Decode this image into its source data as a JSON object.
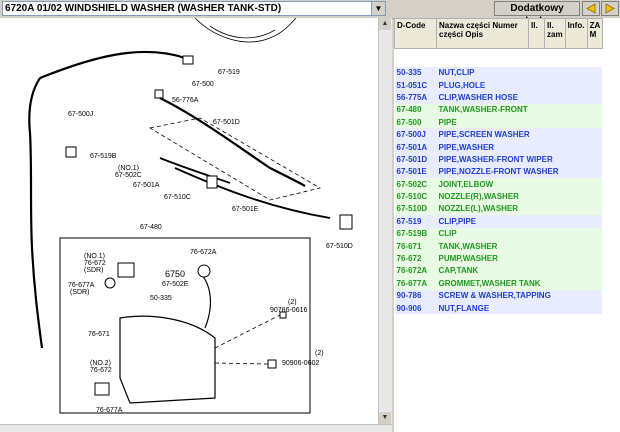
{
  "toolbar": {
    "title": "6720A 01/02 WINDSHIELD WASHER (WASHER TANK-STD)",
    "extra_label": "Dodatkowy odsyłacz"
  },
  "colors": {
    "blue_text": "#1f3fd6",
    "green_text": "#1f9a1f",
    "blue_row_bg": "#e9ecff",
    "green_row_bg": "#eafbe5"
  },
  "table": {
    "headers": {
      "code": "D-Code",
      "name": "Nazwa części Numer części Opis",
      "qty": "Il.",
      "qty_repl": "Il. zam",
      "info": "Info.",
      "za": "ZA M"
    },
    "rows": [
      {
        "code": "50-335",
        "name": "NUT,CLIP",
        "color": "blue"
      },
      {
        "code": "51-051C",
        "name": "PLUG,HOLE",
        "color": "blue"
      },
      {
        "code": "56-775A",
        "name": "CLIP,WASHER HOSE",
        "color": "blue"
      },
      {
        "code": "67-480",
        "name": "TANK,WASHER-FRONT",
        "color": "green"
      },
      {
        "code": "67-500",
        "name": "PIPE",
        "color": "green"
      },
      {
        "code": "67-500J",
        "name": "PIPE,SCREEN WASHER",
        "color": "blue"
      },
      {
        "code": "67-501A",
        "name": "PIPE,WASHER",
        "color": "blue"
      },
      {
        "code": "67-501D",
        "name": "PIPE,WASHER-FRONT WIPER",
        "color": "blue"
      },
      {
        "code": "67-501E",
        "name": "PIPE,NOZZLE-FRONT WASHER",
        "color": "blue"
      },
      {
        "code": "67-502C",
        "name": "JOINT,ELBOW",
        "color": "green"
      },
      {
        "code": "67-510C",
        "name": "NOZZLE(R),WASHER",
        "color": "green"
      },
      {
        "code": "67-510D",
        "name": "NOZZLE(L),WASHER",
        "color": "green"
      },
      {
        "code": "67-519",
        "name": "CLIP,PIPE",
        "color": "blue"
      },
      {
        "code": "67-519B",
        "name": "CLIP",
        "color": "green"
      },
      {
        "code": "76-671",
        "name": "TANK,WASHER",
        "color": "green"
      },
      {
        "code": "76-672",
        "name": "PUMP,WASHER",
        "color": "green"
      },
      {
        "code": "76-672A",
        "name": "CAP,TANK",
        "color": "green"
      },
      {
        "code": "76-677A",
        "name": "GROMMET,WASHER TANK",
        "color": "green"
      },
      {
        "code": "90-786",
        "name": "SCREW & WASHER,TAPPING",
        "color": "blue"
      },
      {
        "code": "90-906",
        "name": "NUT,FLANGE",
        "color": "blue"
      }
    ]
  },
  "diagram": {
    "labels": {
      "l1": "67-519",
      "l2": "67-500",
      "l3": "56-776A",
      "l4": "67-500J",
      "l5": "67-501D",
      "l6": "67-519B",
      "l7": "(NO.1)",
      "l8": "67-502C",
      "l9": "67-501A",
      "l10": "67-510C",
      "l11": "67-501E",
      "l12": "67-510D",
      "l13": "67-480",
      "l14": "76-672A",
      "l15": "(NO.1)",
      "l16": "76-672",
      "l17": "(SDR)",
      "l18": "67-502E",
      "l19": "76-677A",
      "l20": "(SDR)",
      "l21": "6750",
      "l22": "50-335",
      "l23": "(2)",
      "l24": "90786-0616",
      "l25": "76-671",
      "l26": "(2)",
      "l27": "90906-0602",
      "l28": "(NO.2)",
      "l29": "76-672",
      "l30": "76-677A"
    }
  }
}
